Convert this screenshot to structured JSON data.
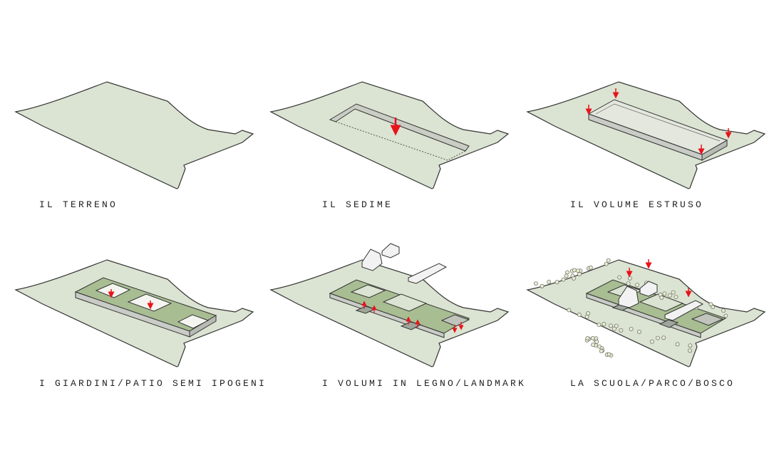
{
  "panels": [
    {
      "label": "IL TERRENO"
    },
    {
      "label": "IL SEDIME"
    },
    {
      "label": "IL VOLUME ESTRUSO"
    },
    {
      "label": "I GIARDINI/PATIO SEMI IPOGENI"
    },
    {
      "label": "I VOLUMI IN LEGNO/LANDMARK"
    },
    {
      "label": "LA SCUOLA/PARCO/BOSCO"
    }
  ],
  "colors": {
    "terrain": "#dbe3d2",
    "slab": "#a8bd92",
    "arrow": "#e8131b",
    "tree": "#e7ecd0",
    "volume": "#f2f2f2"
  }
}
